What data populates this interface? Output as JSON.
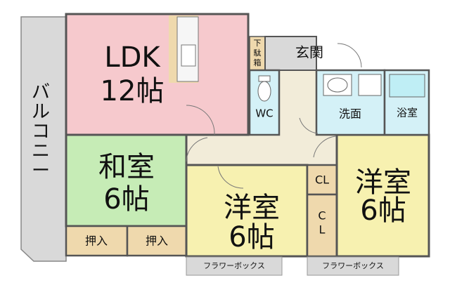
{
  "rooms": {
    "ldk": {
      "name": "LDK",
      "size": "12帖",
      "color": "#f6c9cd"
    },
    "washitsu": {
      "name": "和室",
      "size": "6帖",
      "color": "#c6ecb6"
    },
    "yoshitsu_center": {
      "name": "洋室",
      "size": "6帖",
      "color": "#f7f1b0"
    },
    "yoshitsu_right": {
      "name": "洋室",
      "size": "6帖",
      "color": "#f7f1b0"
    },
    "genkan": {
      "name": "玄関"
    },
    "getabako": {
      "name": "下駄箱"
    },
    "wc": {
      "name": "WC"
    },
    "senmen": {
      "name": "洗面"
    },
    "yokushitsu": {
      "name": "浴室"
    },
    "cl_top": {
      "name": "CL"
    },
    "cl_bottom": {
      "name": "CL"
    },
    "oshiire_1": {
      "name": "押入"
    },
    "oshiire_2": {
      "name": "押入"
    },
    "balcony": {
      "name": "バルコニー"
    },
    "flower_box_1": {
      "name": "フラワーボックス"
    },
    "flower_box_2": {
      "name": "フラワーボックス"
    }
  },
  "colors": {
    "wet_area": "#d4f1f7",
    "hall": "#f2ecd9",
    "storage": "#efd9ad",
    "balcony": "#d9d9d9",
    "wall": "#555555"
  }
}
